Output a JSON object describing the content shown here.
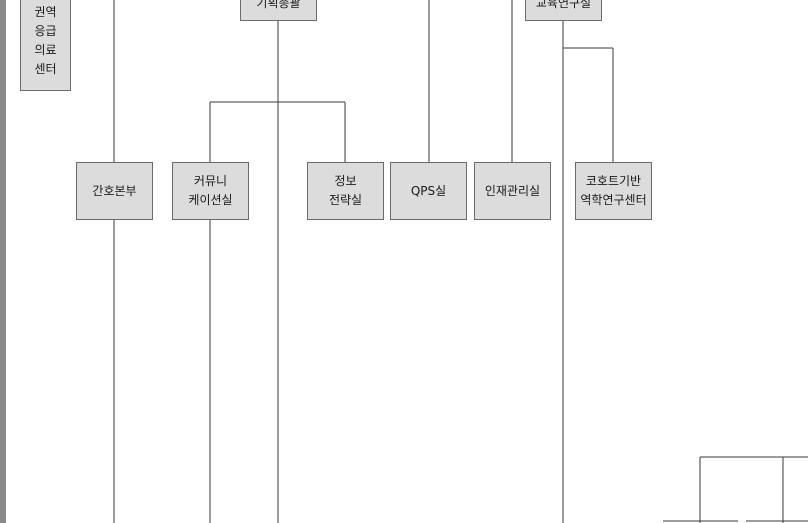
{
  "nodes": {
    "regional": "권역\n응급\n의료\n센터",
    "planning": "기획총괄",
    "education": "교육연구실",
    "nursing": "간호본부",
    "communication": "커뮤니\n케이션실",
    "info": "정보\n전략실",
    "qps": "QPS실",
    "hr": "인재관리실",
    "cohort": "코호트기반\n역학연구센터"
  },
  "colors": {
    "box_fill": "#dcdcdc",
    "box_border": "#6b6b6b",
    "line": "#3a3a3a"
  }
}
